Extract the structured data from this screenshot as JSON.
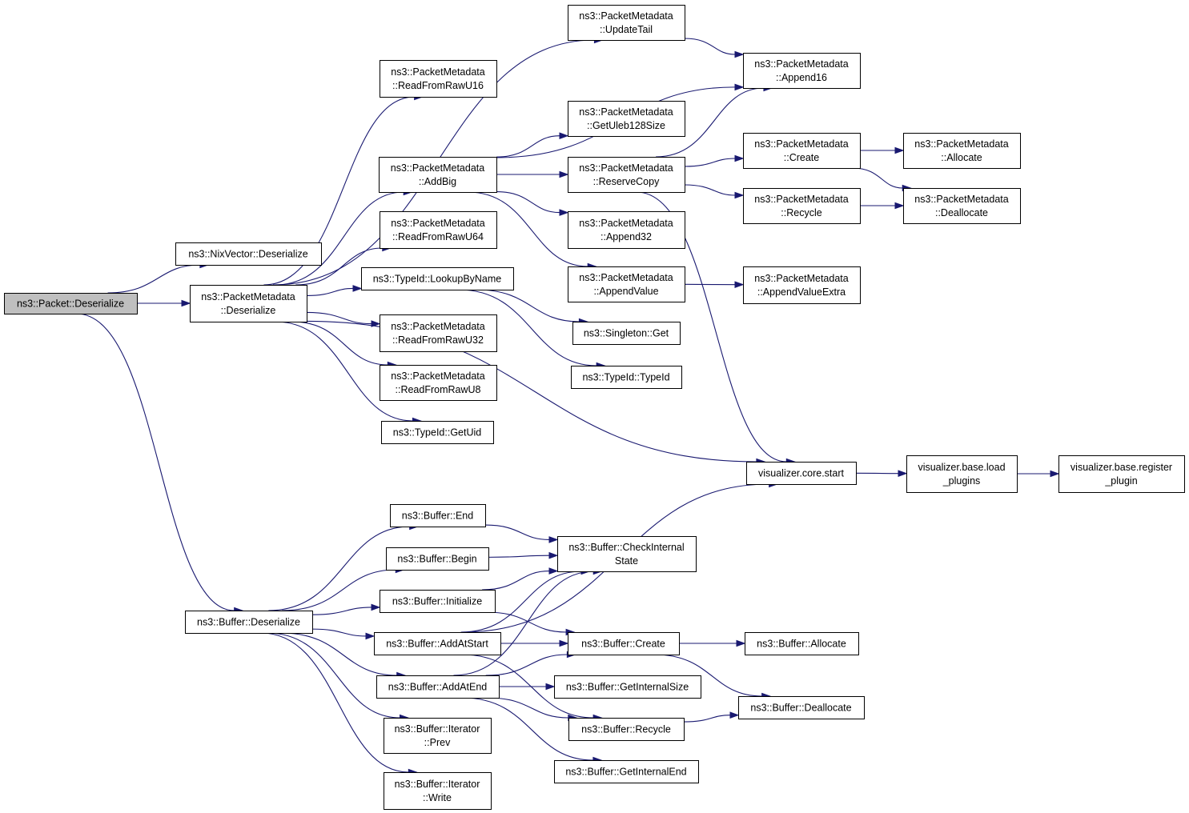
{
  "graph": {
    "colors": {
      "edge": "#191970",
      "node_border": "#000000",
      "root_fill": "#bfbfbf",
      "node_fill": "#ffffff"
    },
    "nodes": [
      {
        "id": "root",
        "lines": [
          "ns3::Packet::Deserialize"
        ],
        "root": true
      },
      {
        "id": "nix",
        "lines": [
          "ns3::NixVector::Deserialize"
        ]
      },
      {
        "id": "pmd",
        "lines": [
          "ns3::PacketMetadata",
          "::Deserialize"
        ]
      },
      {
        "id": "bd",
        "lines": [
          "ns3::Buffer::Deserialize"
        ]
      },
      {
        "id": "u16",
        "lines": [
          "ns3::PacketMetadata",
          "::ReadFromRawU16"
        ]
      },
      {
        "id": "addbig",
        "lines": [
          "ns3::PacketMetadata",
          "::AddBig"
        ]
      },
      {
        "id": "u64",
        "lines": [
          "ns3::PacketMetadata",
          "::ReadFromRawU64"
        ]
      },
      {
        "id": "lookup",
        "lines": [
          "ns3::TypeId::LookupByName"
        ]
      },
      {
        "id": "u32",
        "lines": [
          "ns3::PacketMetadata",
          "::ReadFromRawU32"
        ]
      },
      {
        "id": "u8",
        "lines": [
          "ns3::PacketMetadata",
          "::ReadFromRawU8"
        ]
      },
      {
        "id": "getuid",
        "lines": [
          "ns3::TypeId::GetUid"
        ]
      },
      {
        "id": "updtail",
        "lines": [
          "ns3::PacketMetadata",
          "::UpdateTail"
        ]
      },
      {
        "id": "app16",
        "lines": [
          "ns3::PacketMetadata",
          "::Append16"
        ]
      },
      {
        "id": "uleb",
        "lines": [
          "ns3::PacketMetadata",
          "::GetUleb128Size"
        ]
      },
      {
        "id": "rescopy",
        "lines": [
          "ns3::PacketMetadata",
          "::ReserveCopy"
        ]
      },
      {
        "id": "app32",
        "lines": [
          "ns3::PacketMetadata",
          "::Append32"
        ]
      },
      {
        "id": "appval",
        "lines": [
          "ns3::PacketMetadata",
          "::AppendValue"
        ]
      },
      {
        "id": "singleton",
        "lines": [
          "ns3::Singleton::Get"
        ]
      },
      {
        "id": "typeid",
        "lines": [
          "ns3::TypeId::TypeId"
        ]
      },
      {
        "id": "pmcreate",
        "lines": [
          "ns3::PacketMetadata",
          "::Create"
        ]
      },
      {
        "id": "pmrecycle",
        "lines": [
          "ns3::PacketMetadata",
          "::Recycle"
        ]
      },
      {
        "id": "appvalx",
        "lines": [
          "ns3::PacketMetadata",
          "::AppendValueExtra"
        ]
      },
      {
        "id": "pmalloc",
        "lines": [
          "ns3::PacketMetadata",
          "::Allocate"
        ]
      },
      {
        "id": "pmdealloc",
        "lines": [
          "ns3::PacketMetadata",
          "::Deallocate"
        ]
      },
      {
        "id": "vstart",
        "lines": [
          "visualizer.core.start"
        ]
      },
      {
        "id": "vload",
        "lines": [
          "visualizer.base.load",
          "_plugins"
        ]
      },
      {
        "id": "vreg",
        "lines": [
          "visualizer.base.register",
          "_plugin"
        ]
      },
      {
        "id": "bend",
        "lines": [
          "ns3::Buffer::End"
        ]
      },
      {
        "id": "bbegin",
        "lines": [
          "ns3::Buffer::Begin"
        ]
      },
      {
        "id": "binit",
        "lines": [
          "ns3::Buffer::Initialize"
        ]
      },
      {
        "id": "baddstart",
        "lines": [
          "ns3::Buffer::AddAtStart"
        ]
      },
      {
        "id": "baddend",
        "lines": [
          "ns3::Buffer::AddAtEnd"
        ]
      },
      {
        "id": "bprev",
        "lines": [
          "ns3::Buffer::Iterator",
          "::Prev"
        ]
      },
      {
        "id": "bwrite",
        "lines": [
          "ns3::Buffer::Iterator",
          "::Write"
        ]
      },
      {
        "id": "bcheck",
        "lines": [
          "ns3::Buffer::CheckInternal",
          "State"
        ]
      },
      {
        "id": "bcreate",
        "lines": [
          "ns3::Buffer::Create"
        ]
      },
      {
        "id": "bgetsize",
        "lines": [
          "ns3::Buffer::GetInternalSize"
        ]
      },
      {
        "id": "brecycle",
        "lines": [
          "ns3::Buffer::Recycle"
        ]
      },
      {
        "id": "bgetend",
        "lines": [
          "ns3::Buffer::GetInternalEnd"
        ]
      },
      {
        "id": "balloc",
        "lines": [
          "ns3::Buffer::Allocate"
        ]
      },
      {
        "id": "bdealloc",
        "lines": [
          "ns3::Buffer::Deallocate"
        ]
      }
    ],
    "edges": [
      [
        "root",
        "nix"
      ],
      [
        "root",
        "pmd"
      ],
      [
        "root",
        "bd"
      ],
      [
        "pmd",
        "u16"
      ],
      [
        "pmd",
        "addbig"
      ],
      [
        "pmd",
        "u64"
      ],
      [
        "pmd",
        "lookup"
      ],
      [
        "pmd",
        "u32"
      ],
      [
        "pmd",
        "u8"
      ],
      [
        "pmd",
        "getuid"
      ],
      [
        "pmd",
        "updtail"
      ],
      [
        "pmd",
        "vstart"
      ],
      [
        "addbig",
        "app16"
      ],
      [
        "addbig",
        "uleb"
      ],
      [
        "addbig",
        "rescopy"
      ],
      [
        "addbig",
        "app32"
      ],
      [
        "addbig",
        "appval"
      ],
      [
        "updtail",
        "app16"
      ],
      [
        "rescopy",
        "app16"
      ],
      [
        "rescopy",
        "pmcreate"
      ],
      [
        "rescopy",
        "pmrecycle"
      ],
      [
        "rescopy",
        "vstart"
      ],
      [
        "pmcreate",
        "pmalloc"
      ],
      [
        "pmcreate",
        "pmdealloc"
      ],
      [
        "pmrecycle",
        "pmdealloc"
      ],
      [
        "appval",
        "appvalx"
      ],
      [
        "lookup",
        "singleton"
      ],
      [
        "lookup",
        "typeid"
      ],
      [
        "vstart",
        "vload"
      ],
      [
        "vload",
        "vreg"
      ],
      [
        "bd",
        "bend"
      ],
      [
        "bd",
        "bbegin"
      ],
      [
        "bd",
        "binit"
      ],
      [
        "bd",
        "baddstart"
      ],
      [
        "bd",
        "baddend"
      ],
      [
        "bd",
        "bprev"
      ],
      [
        "bd",
        "bwrite"
      ],
      [
        "bend",
        "bcheck"
      ],
      [
        "bbegin",
        "bcheck"
      ],
      [
        "binit",
        "bcheck"
      ],
      [
        "binit",
        "bcreate"
      ],
      [
        "baddstart",
        "bcheck"
      ],
      [
        "baddstart",
        "bcreate"
      ],
      [
        "baddstart",
        "brecycle"
      ],
      [
        "baddstart",
        "vstart"
      ],
      [
        "baddend",
        "bcheck"
      ],
      [
        "baddend",
        "bcreate"
      ],
      [
        "baddend",
        "bgetsize"
      ],
      [
        "baddend",
        "brecycle"
      ],
      [
        "baddend",
        "bgetend"
      ],
      [
        "bcreate",
        "balloc"
      ],
      [
        "bcreate",
        "bdealloc"
      ],
      [
        "brecycle",
        "bdealloc"
      ]
    ]
  }
}
